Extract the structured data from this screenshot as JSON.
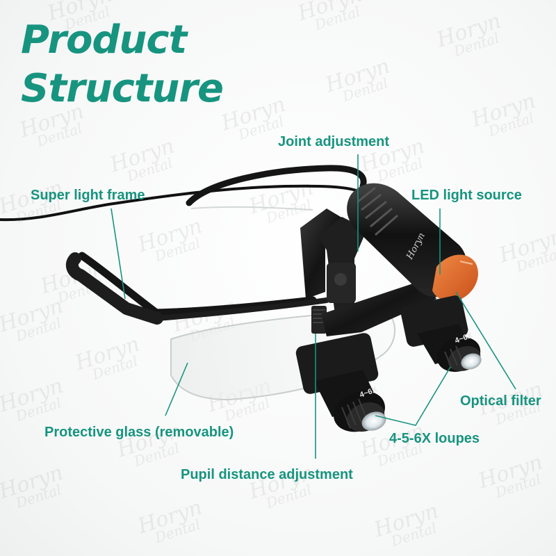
{
  "title": {
    "line1": "Product",
    "line2": "Structure"
  },
  "watermark": {
    "line1": "Horyn",
    "line2": "Dental"
  },
  "device_brand": "Horyn",
  "loupe_mark": "4~6X",
  "labels": {
    "joint_adjustment": "Joint adjustment",
    "super_light_frame": "Super light frame",
    "led_light_source": "LED light source",
    "optical_filter": "Optical filter",
    "protective_glass": "Protective glass (removable)",
    "loupes": "4-5-6X loupes",
    "pupil_distance": "Pupil distance adjustment"
  },
  "colors": {
    "accent": "#17947f",
    "filter": "#e0621f",
    "frame": "#1a1a1a"
  }
}
